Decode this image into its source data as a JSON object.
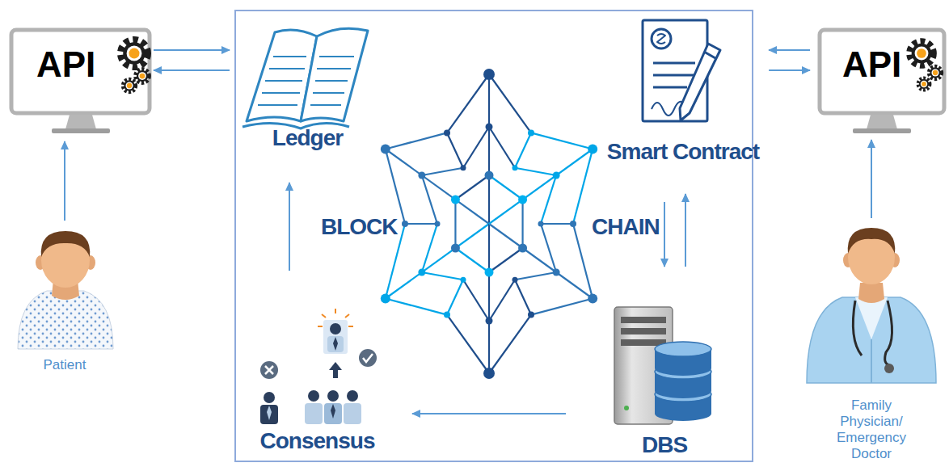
{
  "diagram": {
    "nodes": [
      {
        "text": [
          "API"
        ]
      },
      {
        "text": [
          "Patient"
        ]
      },
      {
        "text": [
          "BLOCK",
          "CHAIN"
        ]
      },
      {
        "text": [
          "Ledger"
        ],
        "in": 2
      },
      {
        "text": [
          "Smart Contract"
        ],
        "in": 2
      },
      {
        "text": [
          "DBS"
        ],
        "in": 2
      },
      {
        "text": [
          "Consensus"
        ],
        "in": 2
      },
      {
        "text": [
          "API"
        ]
      },
      {
        "text": [
          "Family Physician/ Emergency Doctor"
        ]
      }
    ],
    "edges": [
      {
        "from": 1,
        "to": 0,
        "arrow": "to"
      },
      {
        "from": 0,
        "to": 3,
        "arrow": "to"
      },
      {
        "from": 3,
        "to": 0,
        "arrow": "to"
      },
      {
        "from": 7,
        "to": 4,
        "arrow": "to"
      },
      {
        "from": 4,
        "to": 7,
        "arrow": "to"
      },
      {
        "from": 8,
        "to": 7,
        "arrow": "to"
      },
      {
        "from": 4,
        "to": 5,
        "arrow": "to"
      },
      {
        "from": 5,
        "to": 4,
        "arrow": "to"
      },
      {
        "from": 5,
        "to": 6,
        "arrow": "to"
      },
      {
        "from": 6,
        "to": 3,
        "arrow": "to"
      }
    ]
  }
}
